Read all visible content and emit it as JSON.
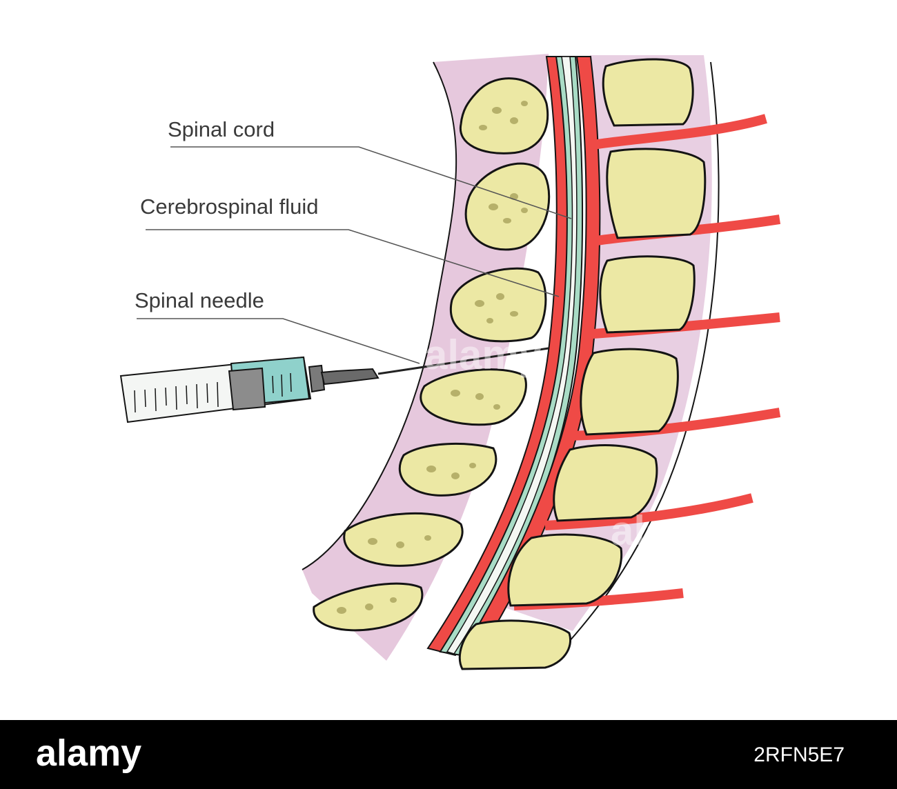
{
  "labels": {
    "spinal_cord": "Spinal cord",
    "csf": "Cerebrospinal fluid",
    "needle": "Spinal needle"
  },
  "watermark": "alamy",
  "footer": {
    "logo_text": "alamy",
    "image_id": "2RFN5E7"
  },
  "colors": {
    "tissue_pink": "#e6c8dd",
    "bone_yellow": "#ece8a4",
    "vessel_red": "#ef4a46",
    "csf_green": "#a9dcc6",
    "syringe_teal": "#8fd1cb",
    "outline": "#141414"
  }
}
